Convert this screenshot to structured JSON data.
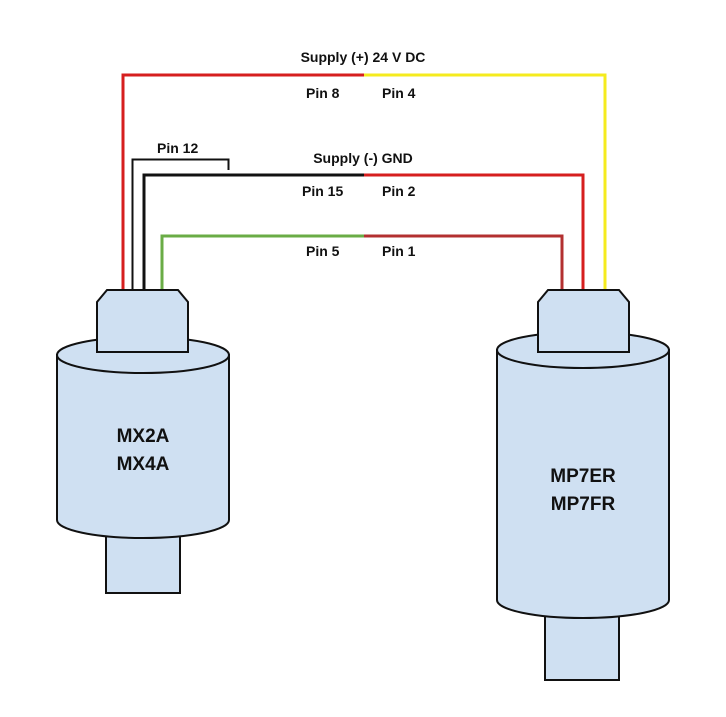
{
  "labels": {
    "supply_positive": "Supply (+) 24 V DC",
    "supply_negative": "Supply (-) GND",
    "pin_8": "Pin 8",
    "pin_4": "Pin 4",
    "pin_12": "Pin 12",
    "pin_15": "Pin 15",
    "pin_2": "Pin 2",
    "pin_5": "Pin 5",
    "pin_1": "Pin 1"
  },
  "devices": {
    "left": {
      "line1": "MX2A",
      "line2": "MX4A"
    },
    "right": {
      "line1": "MP7ER",
      "line2": "MP7FR"
    }
  },
  "colors": {
    "wire_red": "#d61f1f",
    "wire_yellow": "#f5eb1e",
    "wire_black": "#111111",
    "wire_green": "#6aac46",
    "wire_dark_red": "#b33030",
    "device_fill": "#cfe0f2",
    "device_stroke": "#111111"
  }
}
